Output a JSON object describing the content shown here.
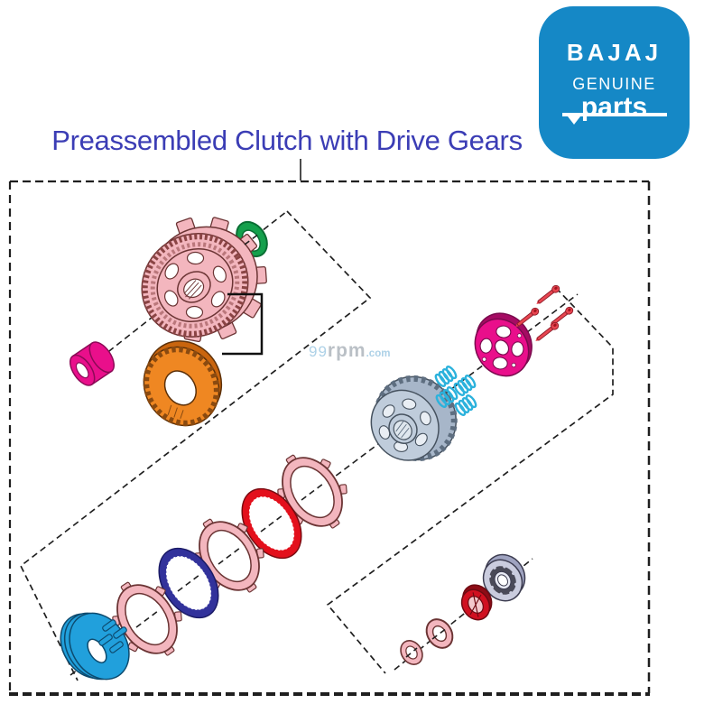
{
  "logo": {
    "brand": "BAJAJ",
    "genuine": "GENUINE",
    "parts": "parts",
    "bg_color": "#1588c6",
    "text_color": "#ffffff"
  },
  "title": {
    "text": "Preassembled Clutch with Drive Gears",
    "color": "#3b3db5"
  },
  "watermark": {
    "prefix": "99",
    "mid": "rpm",
    "suffix": ".com"
  },
  "colors": {
    "line": "#1f1f1f",
    "pink": "#f3b6be",
    "green": "#14a04c",
    "magenta": "#e90f8b",
    "orange": "#ef8722",
    "steel": "#bfccdb",
    "steel_dark": "#a7b6c9",
    "cyan": "#2cb2dc",
    "screw_red": "#e84550",
    "blue": "#21a0dc",
    "navy": "#32329b",
    "red": "#e3101c",
    "nut_red": "#d01020",
    "lavender": "#caccde"
  }
}
